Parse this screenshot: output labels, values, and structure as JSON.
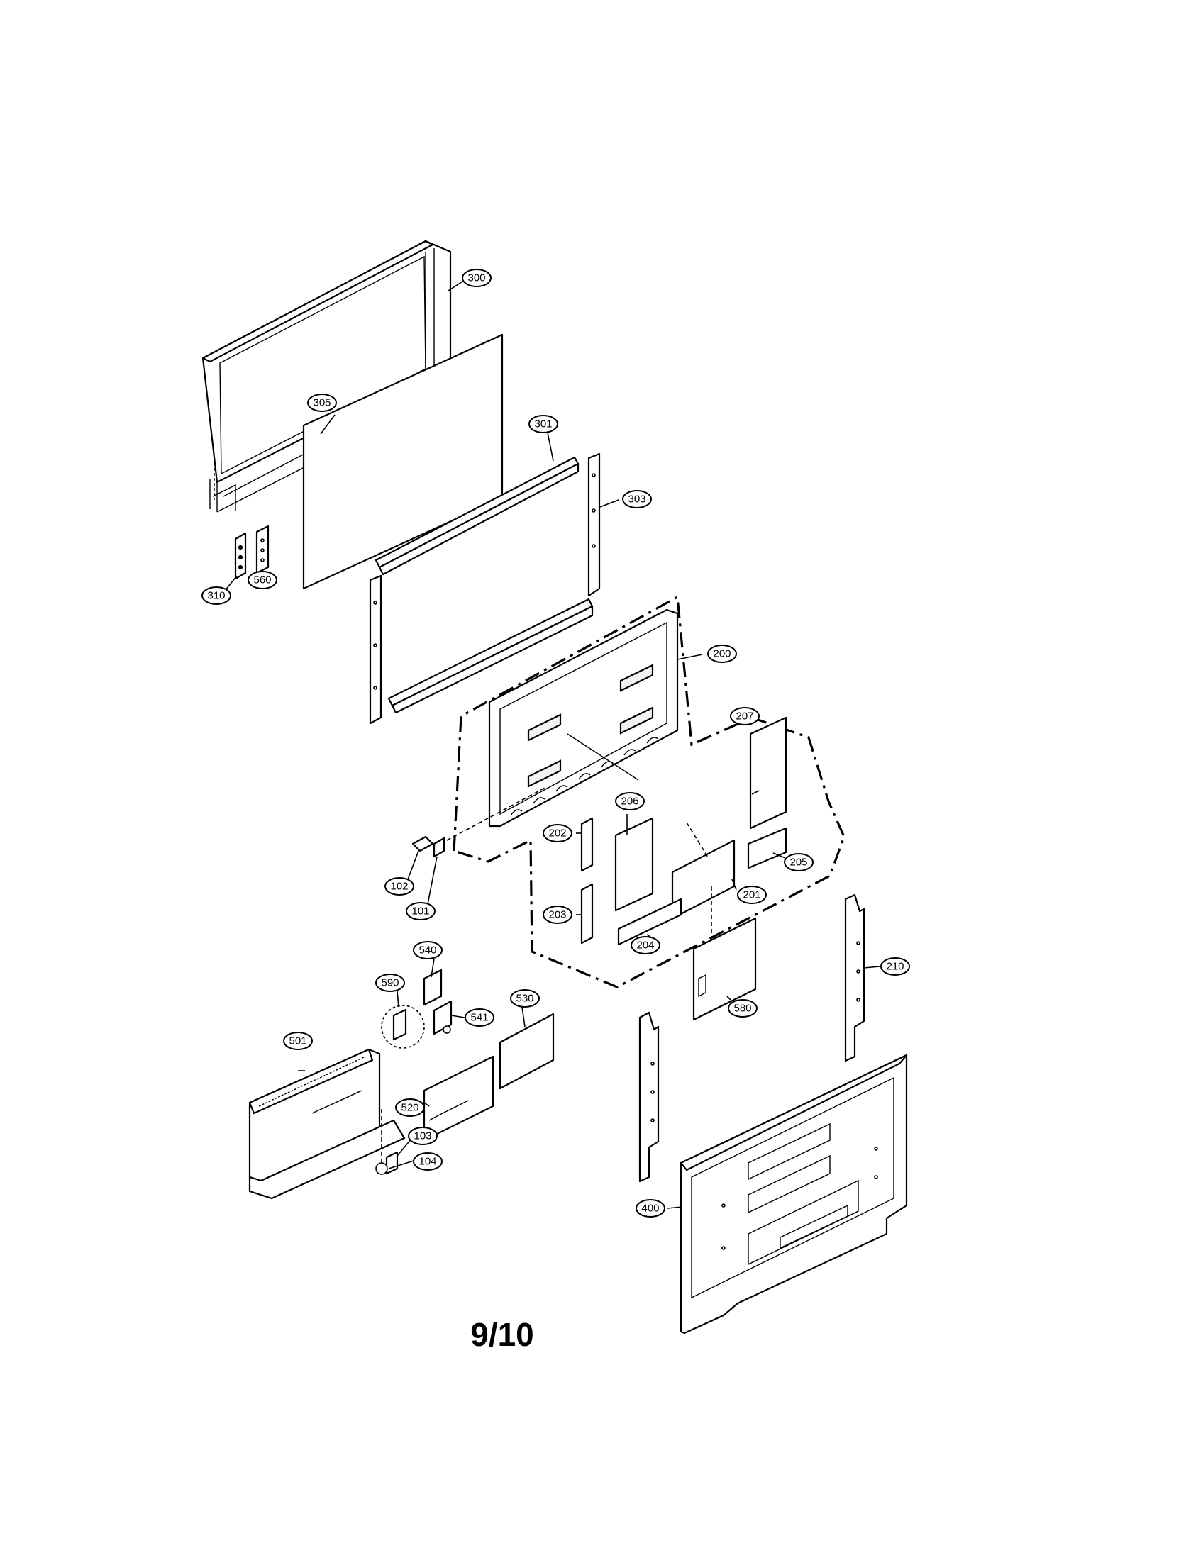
{
  "page_number": "9/10",
  "callouts": [
    {
      "id": "c300",
      "label": "300"
    },
    {
      "id": "c305",
      "label": "305"
    },
    {
      "id": "c301",
      "label": "301"
    },
    {
      "id": "c303",
      "label": "303"
    },
    {
      "id": "c310",
      "label": "310"
    },
    {
      "id": "c560",
      "label": "560"
    },
    {
      "id": "c200",
      "label": "200"
    },
    {
      "id": "c207",
      "label": "207"
    },
    {
      "id": "c206",
      "label": "206"
    },
    {
      "id": "c202",
      "label": "202"
    },
    {
      "id": "c205",
      "label": "205"
    },
    {
      "id": "c201",
      "label": "201"
    },
    {
      "id": "c102",
      "label": "102"
    },
    {
      "id": "c101",
      "label": "101"
    },
    {
      "id": "c203",
      "label": "203"
    },
    {
      "id": "c204",
      "label": "204"
    },
    {
      "id": "c210",
      "label": "210"
    },
    {
      "id": "c540",
      "label": "540"
    },
    {
      "id": "c590",
      "label": "590"
    },
    {
      "id": "c530",
      "label": "530"
    },
    {
      "id": "c541",
      "label": "541"
    },
    {
      "id": "c580",
      "label": "580"
    },
    {
      "id": "c501",
      "label": "501"
    },
    {
      "id": "c520",
      "label": "520"
    },
    {
      "id": "c103",
      "label": "103"
    },
    {
      "id": "c104",
      "label": "104"
    },
    {
      "id": "c400",
      "label": "400"
    }
  ]
}
